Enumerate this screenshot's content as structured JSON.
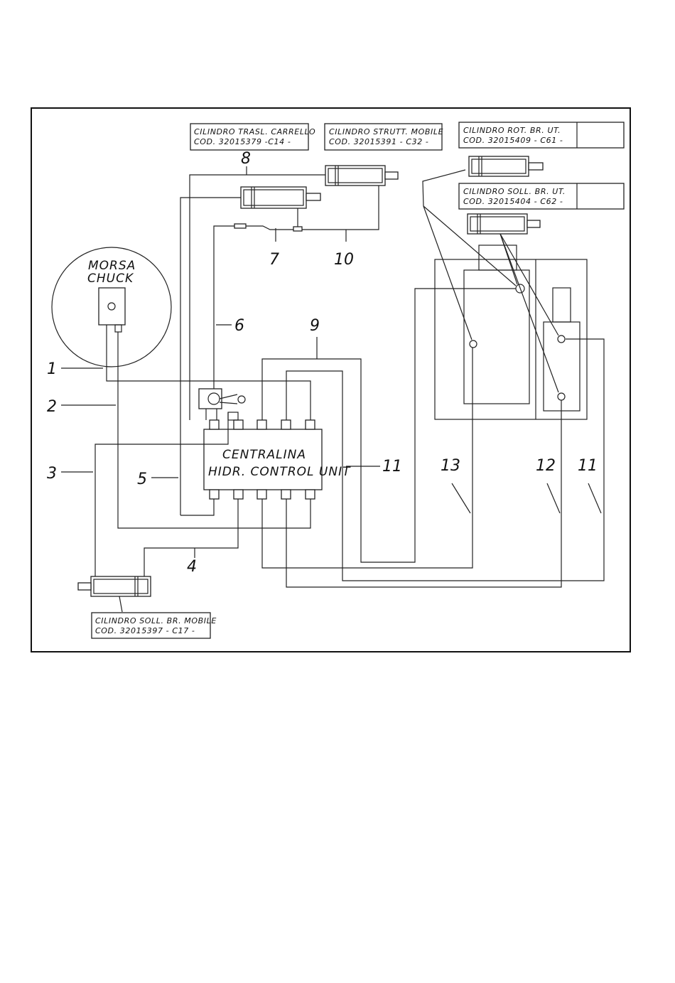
{
  "labels": {
    "cyl_trasl": [
      "CILINDRO TRASL. CARRELLO",
      "COD. 32015379 -C14 -"
    ],
    "cyl_strutt": [
      "CILINDRO STRUTT. MOBILE",
      "COD. 32015391 - C32 -"
    ],
    "cyl_rot": [
      "CILINDRO ROT. BR. UT.",
      "COD. 32015409 - C61 -"
    ],
    "cyl_soll_ut": [
      "CILINDRO SOLL. BR. UT.",
      "COD. 32015404 - C62 -"
    ],
    "cyl_soll_mobile": [
      "CILINDRO SOLL. BR. MOBILE",
      "COD. 32015397 - C17 -"
    ],
    "morsa": [
      "MORSA",
      "CHUCK"
    ],
    "centralina": [
      "CENTRALINA",
      "HIDR. CONTROL UNIT"
    ]
  },
  "numbers": {
    "n1": "1",
    "n2": "2",
    "n3": "3",
    "n4": "4",
    "n5": "5",
    "n6": "6",
    "n7": "7",
    "n8": "8",
    "n9": "9",
    "n10": "10",
    "n11a": "11",
    "n11b": "11",
    "n12": "12",
    "n13": "13"
  },
  "colors": {
    "line": "#222222",
    "background": "#ffffff"
  }
}
